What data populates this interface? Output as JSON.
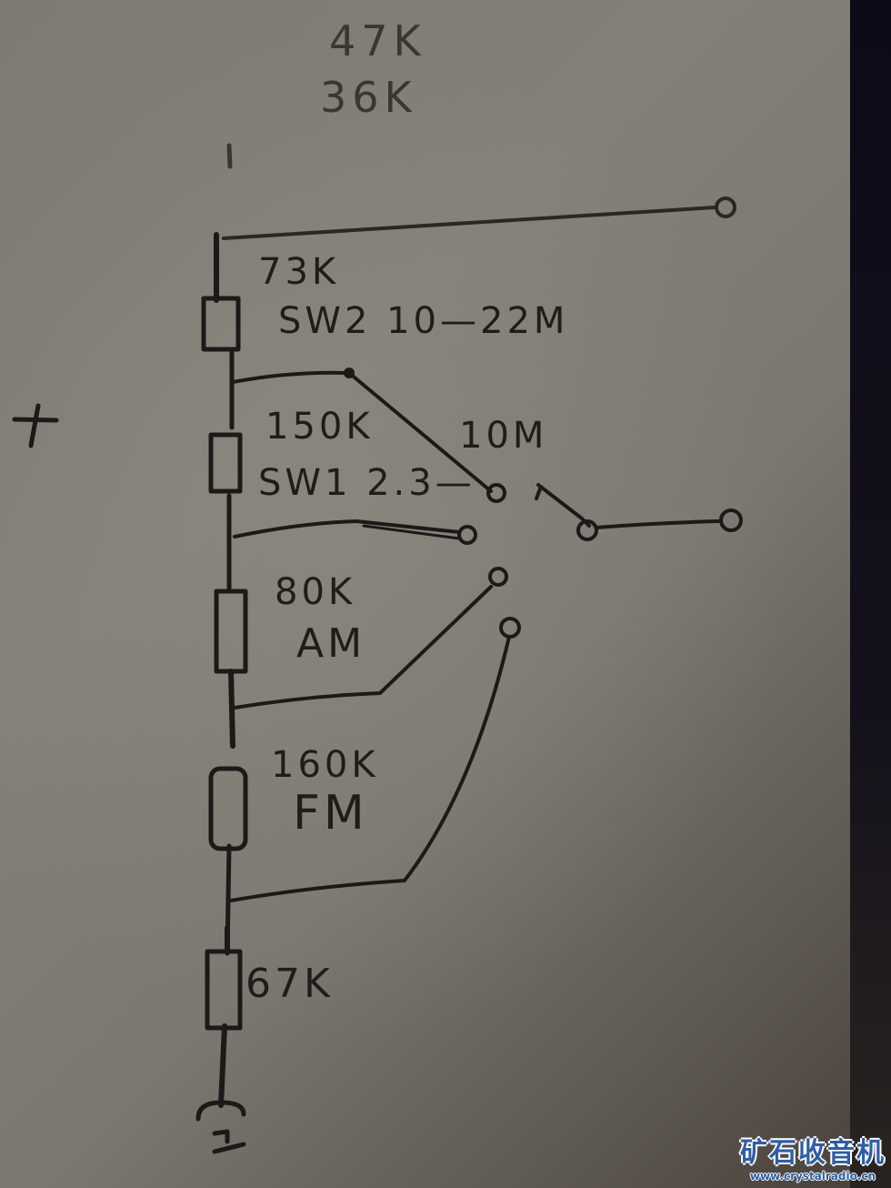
{
  "diagram": {
    "type": "hand-drawn resistor divider schematic",
    "top_notes": [
      "47K",
      "36K"
    ],
    "margin_mark": "+",
    "components": [
      {
        "id": "R1",
        "value": "73K",
        "note": "SW2  10—22M"
      },
      {
        "id": "R2",
        "value": "150K",
        "note": "SW1 2.3—"
      },
      {
        "id": "R3",
        "value": "80K",
        "note": "AM"
      },
      {
        "id": "R4",
        "value": "160K",
        "note": "FM"
      },
      {
        "id": "R5",
        "value": "67K",
        "note": ""
      }
    ],
    "switch_label": "10M",
    "ground_symbol": "ground"
  },
  "watermark": {
    "title": "矿石收音机",
    "url": "www.crystalradio.cn",
    "color": "#2d5ea8"
  }
}
